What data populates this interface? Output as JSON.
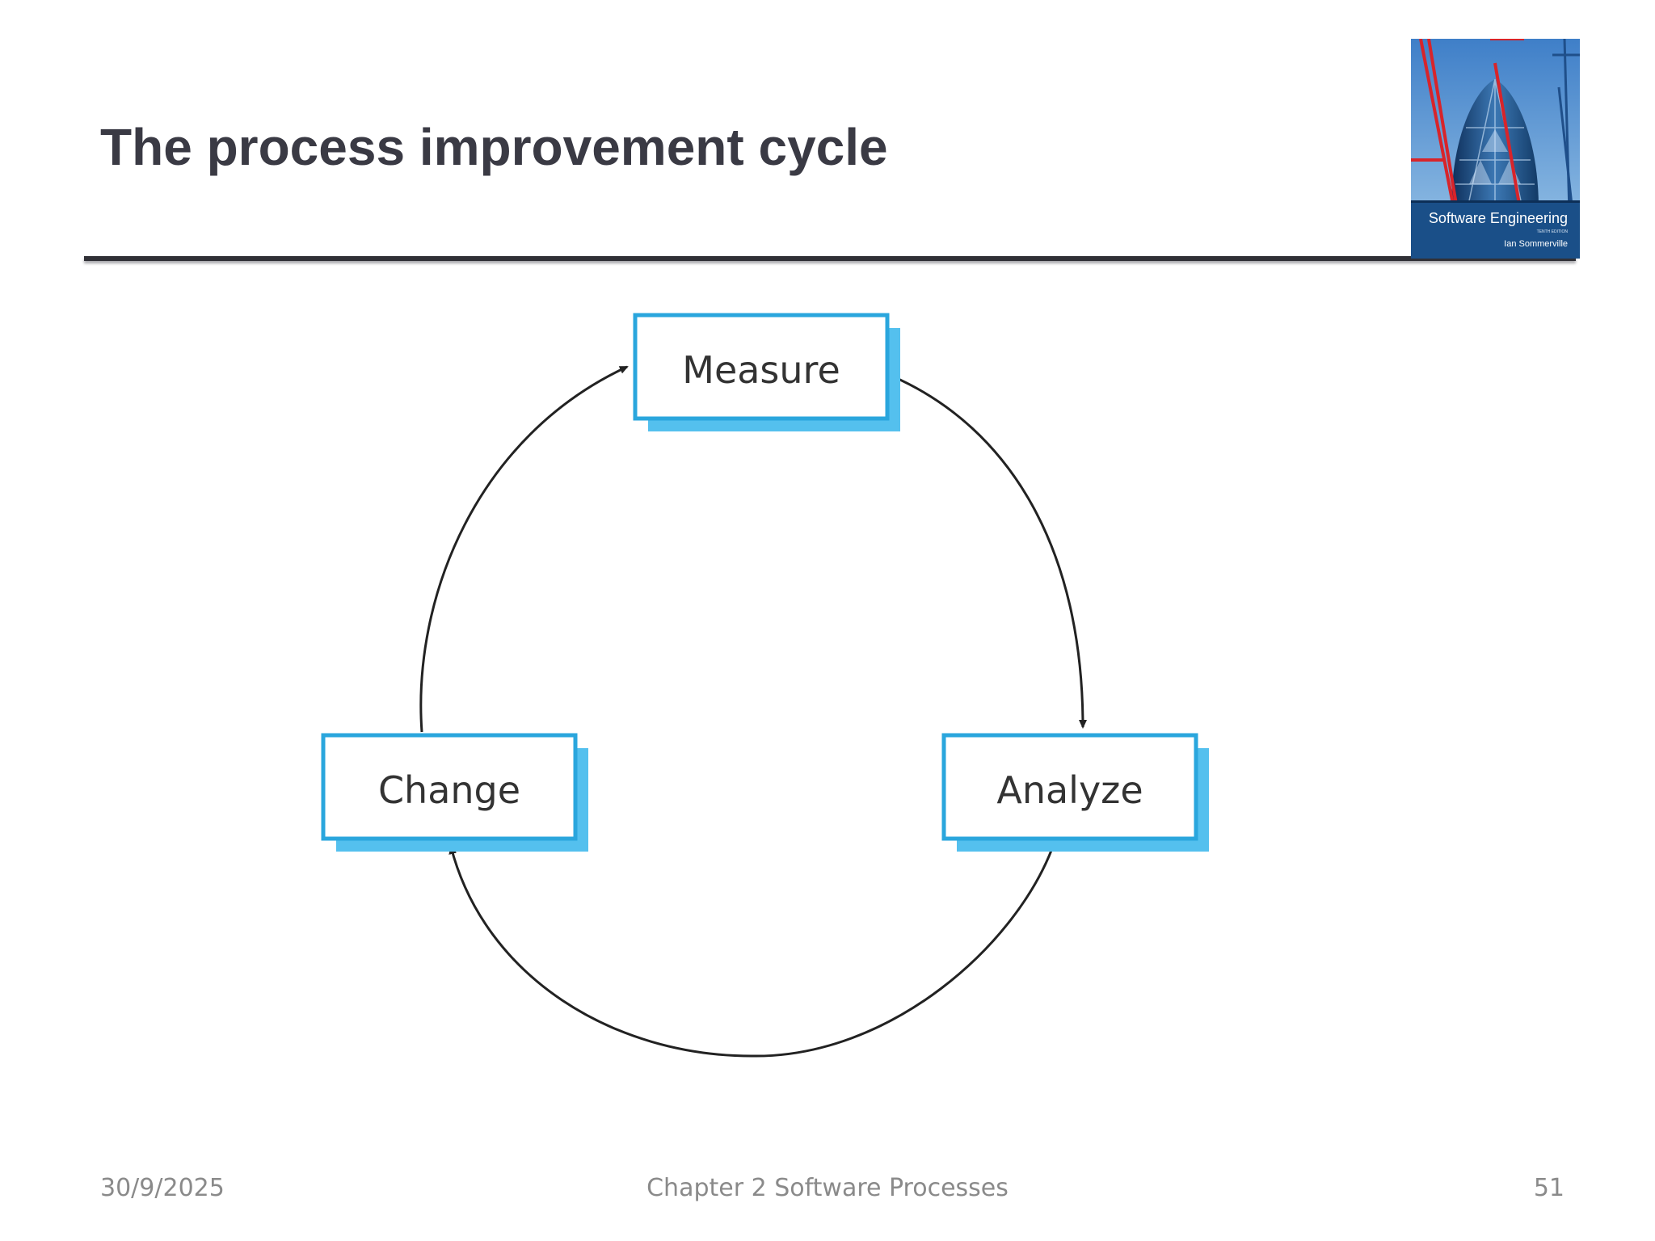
{
  "slide": {
    "title": "The process improvement cycle"
  },
  "book_cover": {
    "title": "Software Engineering",
    "edition": "TENTH EDITION",
    "author": "Ian Sommerville"
  },
  "diagram": {
    "nodes": [
      {
        "id": "measure",
        "label": "Measure"
      },
      {
        "id": "analyze",
        "label": "Analyze"
      },
      {
        "id": "change",
        "label": "Change"
      }
    ],
    "edges": [
      {
        "from": "measure",
        "to": "analyze"
      },
      {
        "from": "analyze",
        "to": "change"
      },
      {
        "from": "change",
        "to": "measure"
      }
    ],
    "colors": {
      "box_border": "#2aa6dd",
      "box_shadow": "#54c0ee",
      "arrow": "#222222",
      "label": "#333333"
    }
  },
  "footer": {
    "date": "30/9/2025",
    "chapter": "Chapter 2 Software Processes",
    "page": "51"
  }
}
